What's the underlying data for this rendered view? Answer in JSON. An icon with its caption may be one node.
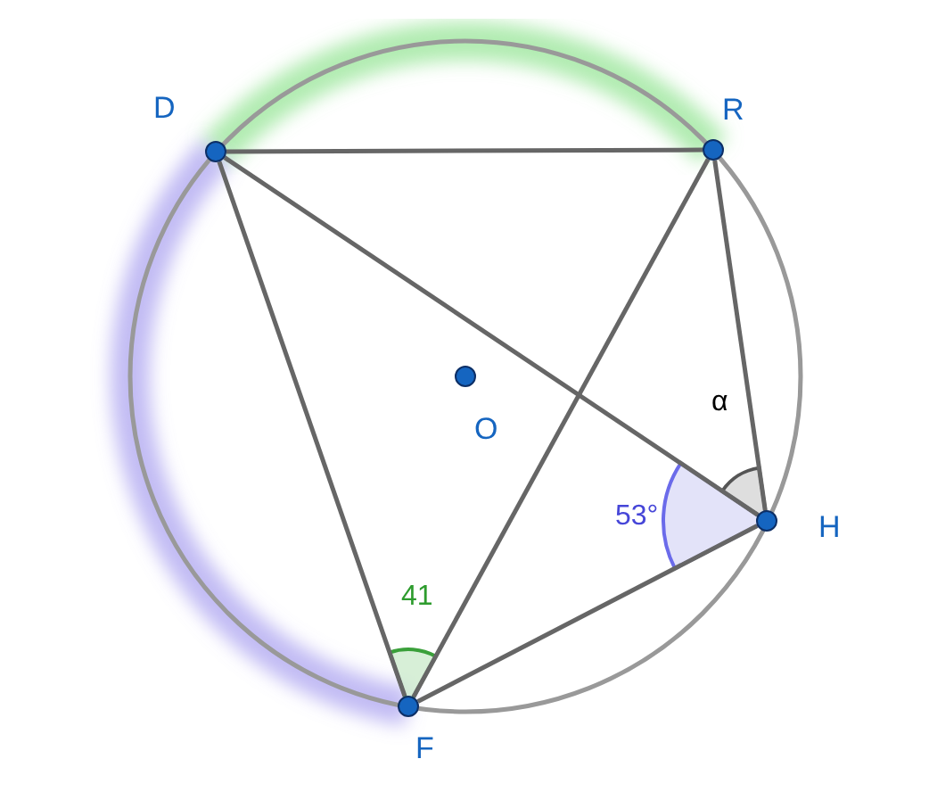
{
  "diagram": {
    "nodes": [
      {
        "text": [],
        "shape": "circle",
        "beside": [
          "D"
        ]
      },
      {
        "text": [],
        "shape": "circle",
        "beside": [
          "R"
        ]
      },
      {
        "text": [],
        "shape": "circle",
        "beside": [
          "O"
        ]
      },
      {
        "text": [],
        "shape": "circle",
        "beside": [
          "H"
        ]
      },
      {
        "text": [],
        "shape": "circle",
        "beside": [
          "F"
        ]
      }
    ],
    "edges": [
      {
        "from": 0,
        "to": 1,
        "arrow": "none"
      },
      {
        "from": 0,
        "to": 4,
        "arrow": "none"
      },
      {
        "from": 0,
        "to": 3,
        "arrow": "none"
      },
      {
        "from": 1,
        "to": 4,
        "arrow": "none"
      },
      {
        "from": 1,
        "to": 3,
        "arrow": "none"
      },
      {
        "from": 4,
        "to": 3,
        "arrow": "none"
      }
    ],
    "labels": [
      "α",
      "53°",
      "41"
    ]
  }
}
